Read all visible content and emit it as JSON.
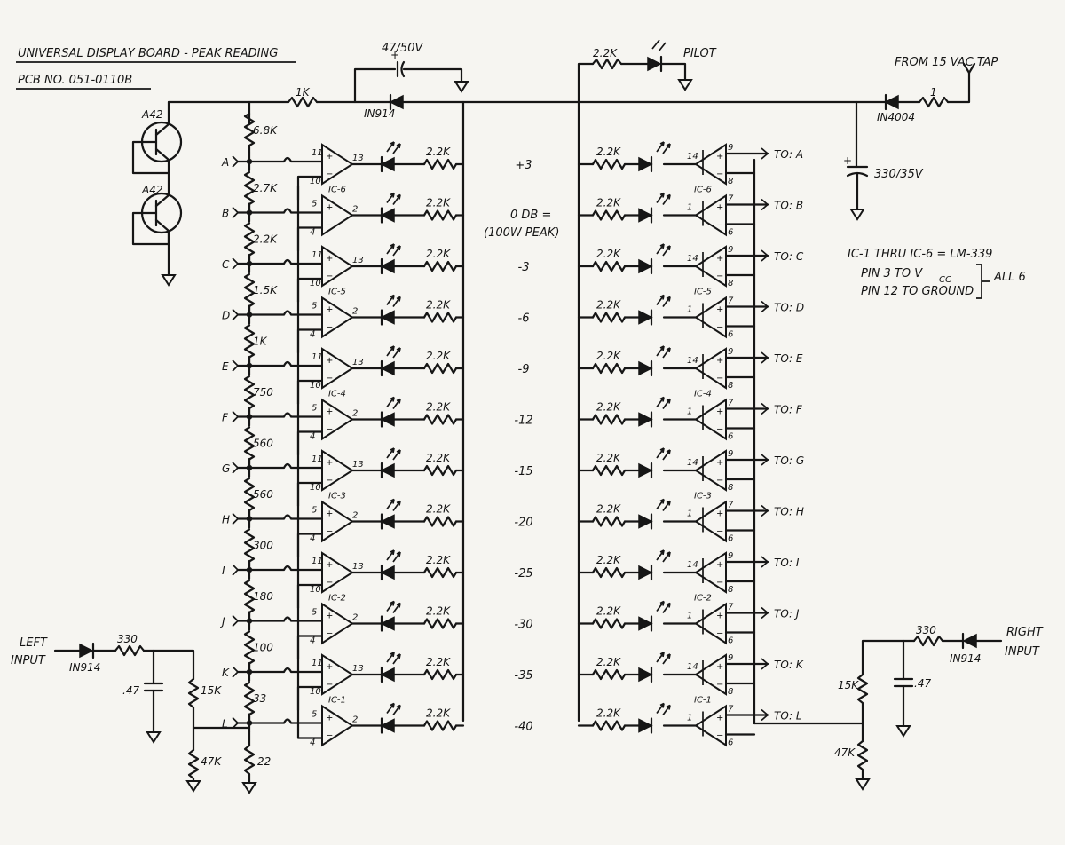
{
  "title": {
    "board": "UNIVERSAL DISPLAY BOARD - PEAK READING",
    "pcb": "PCB NO. 051-0110B"
  },
  "supply": {
    "cap_top": "47/50V",
    "diode_top": "IN914",
    "r_top": "1K",
    "pilot_r": "2.2K",
    "pilot": "PILOT",
    "from_tap": "FROM 15 VAC TAP",
    "rect_diode": "IN4004",
    "rect_r": "1",
    "filter_cap": "330/35V",
    "transistor": "A42"
  },
  "notes": {
    "line1": "IC-1 THRU IC-6 = LM-339",
    "line2": "PIN 3 TO V",
    "line2_sub": "CC",
    "line3": "PIN 12 TO GROUND",
    "all": "ALL 6"
  },
  "left_input": {
    "label_1": "LEFT",
    "label_2": "INPUT",
    "diode": "IN914",
    "r_series": "330",
    "cap": ".47",
    "r_upper": "15K",
    "r_lower": "47K",
    "r_bottom": "22"
  },
  "right_input": {
    "label_1": "RIGHT",
    "label_2": "INPUT",
    "diode": "IN914",
    "r_series": "330",
    "cap": ".47",
    "r_upper": "15K",
    "r_lower": "47K"
  },
  "ladder": {
    "r_first": "6.8K",
    "led_r": "2.2K",
    "odb_note_1": "0 DB =",
    "odb_note_2": "(100W PEAK)",
    "steps": [
      {
        "tap": "A",
        "r_below": "2.7K",
        "level": "+3",
        "pins": [
          "11",
          "10",
          "13"
        ],
        "out": "TO: A",
        "rpins": [
          "14",
          "9",
          "8"
        ]
      },
      {
        "tap": "B",
        "r_below": "2.2K",
        "level": "",
        "pins": [
          "5",
          "4",
          "2"
        ],
        "out": "TO: B",
        "rpins": [
          "1",
          "7",
          "6"
        ],
        "ic": "IC-6"
      },
      {
        "tap": "C",
        "r_below": "1.5K",
        "level": "-3",
        "pins": [
          "11",
          "10",
          "13"
        ],
        "out": "TO: C",
        "rpins": [
          "14",
          "9",
          "8"
        ]
      },
      {
        "tap": "D",
        "r_below": "1K",
        "level": "-6",
        "pins": [
          "5",
          "4",
          "2"
        ],
        "out": "TO: D",
        "rpins": [
          "1",
          "7",
          "6"
        ],
        "ic": "IC-5"
      },
      {
        "tap": "E",
        "r_below": "750",
        "level": "-9",
        "pins": [
          "11",
          "10",
          "13"
        ],
        "out": "TO: E",
        "rpins": [
          "14",
          "9",
          "8"
        ]
      },
      {
        "tap": "F",
        "r_below": "560",
        "level": "-12",
        "pins": [
          "5",
          "4",
          "2"
        ],
        "out": "TO: F",
        "rpins": [
          "1",
          "7",
          "6"
        ],
        "ic": "IC-4"
      },
      {
        "tap": "G",
        "r_below": "560",
        "level": "-15",
        "pins": [
          "11",
          "10",
          "13"
        ],
        "out": "TO: G",
        "rpins": [
          "14",
          "9",
          "8"
        ]
      },
      {
        "tap": "H",
        "r_below": "300",
        "level": "-20",
        "pins": [
          "5",
          "4",
          "2"
        ],
        "out": "TO: H",
        "rpins": [
          "1",
          "7",
          "6"
        ],
        "ic": "IC-3"
      },
      {
        "tap": "I",
        "r_below": "180",
        "level": "-25",
        "pins": [
          "11",
          "10",
          "13"
        ],
        "out": "TO: I",
        "rpins": [
          "14",
          "9",
          "8"
        ]
      },
      {
        "tap": "J",
        "r_below": "100",
        "level": "-30",
        "pins": [
          "5",
          "4",
          "2"
        ],
        "out": "TO: J",
        "rpins": [
          "1",
          "7",
          "6"
        ],
        "ic": "IC-2"
      },
      {
        "tap": "K",
        "r_below": "33",
        "level": "-35",
        "pins": [
          "11",
          "10",
          "13"
        ],
        "out": "TO: K",
        "rpins": [
          "14",
          "9",
          "8"
        ]
      },
      {
        "tap": "L",
        "r_below": "",
        "level": "-40",
        "pins": [
          "5",
          "4",
          "2"
        ],
        "out": "TO: L",
        "rpins": [
          "1",
          "7",
          "6"
        ],
        "ic": "IC-1"
      }
    ]
  }
}
